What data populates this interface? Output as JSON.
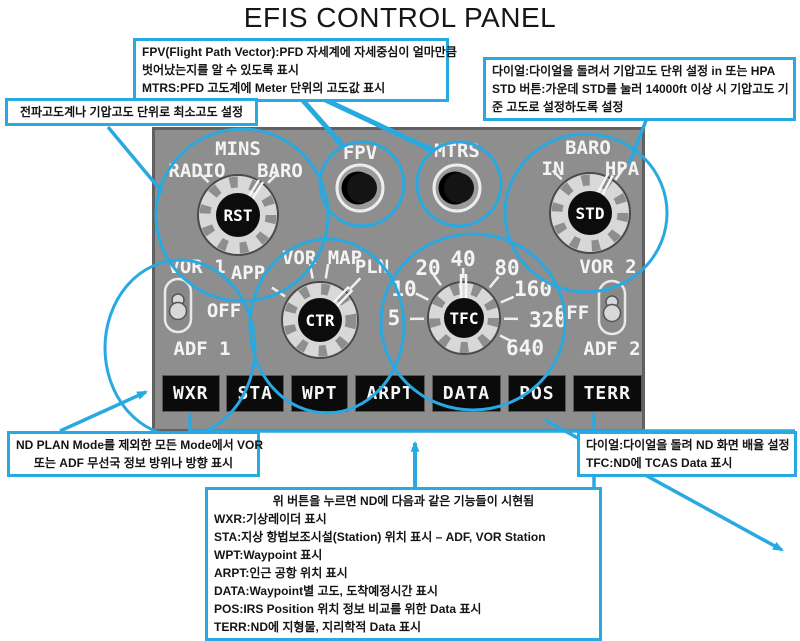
{
  "title": "EFIS CONTROL PANEL",
  "colors": {
    "callout_blue": "#29a9e1",
    "panel_gray": "#8e8e8e",
    "button_black": "#0b0b0b",
    "knob_light": "#d8d8d8",
    "panel_text": "#f4f4f4"
  },
  "callouts": {
    "fpv_mtrs": [
      "FPV(Flight Path Vector):PFD 자세계에 자세중심이 얼마만큼",
      "벗어났는지를 알 수 있도록 표시",
      "MTRS:PFD 고도계에 Meter 단위의 고도값 표시"
    ],
    "baro_dial": [
      "다이얼:다이얼을 돌려서 기압고도 단위 설정 in 또는 HPA",
      "STD 버튼:가운데 STD를 눌러 14000ft 이상 시 기압고도 기",
      "준 고도로 설정하도록 설정"
    ],
    "mins": [
      "전파고도계나 기압고도 단위로 최소고도 설정"
    ],
    "vor_adf": [
      "ND PLAN Mode를 제외한 모든 Mode에서 VOR",
      "또는 ADF 무선국 정보 방위나 방향 표시"
    ],
    "nd_range": [
      "다이얼:다이얼을 돌려 ND 화면 배율 설정",
      "TFC:ND에 TCAS Data 표시"
    ],
    "nd_buttons": [
      "위 버튼을 누르면 ND에 다음과 같은 기능들이 시현됨",
      "WXR:기상레이더 표시",
      "STA:지상 항법보조시설(Station) 위치 표시 – ADF, VOR Station",
      "WPT:Waypoint 표시",
      "ARPT:인근 공항 위치 표시",
      "DATA:Waypoint별 고도, 도착예정시간 표시",
      "POS:IRS Position 위치 정보 비교를 위한 Data 표시",
      "TERR:ND에 지형물, 지리학적 Data 표시"
    ]
  },
  "panel": {
    "mins": {
      "title": "MINS",
      "left": "RADIO",
      "right": "BARO",
      "knob": "RST"
    },
    "fpv_label": "FPV",
    "mtrs_label": "MTRS",
    "baro": {
      "title": "BARO",
      "left": "IN",
      "right": "HPA",
      "knob": "STD"
    },
    "vor1": {
      "top": "VOR 1",
      "off": "OFF",
      "bottom": "ADF 1"
    },
    "mode": {
      "top": "VOR MAP",
      "left": "APP",
      "right": "PLN",
      "knob": "CTR"
    },
    "range": {
      "labels": [
        "5",
        "10",
        "20",
        "40",
        "80",
        "160",
        "320",
        "640"
      ],
      "knob": "TFC"
    },
    "vor2": {
      "top": "VOR 2",
      "off": "OFF",
      "bottom": "ADF 2"
    },
    "buttons": [
      "WXR",
      "STA",
      "WPT",
      "ARPT",
      "DATA",
      "POS",
      "TERR"
    ]
  }
}
